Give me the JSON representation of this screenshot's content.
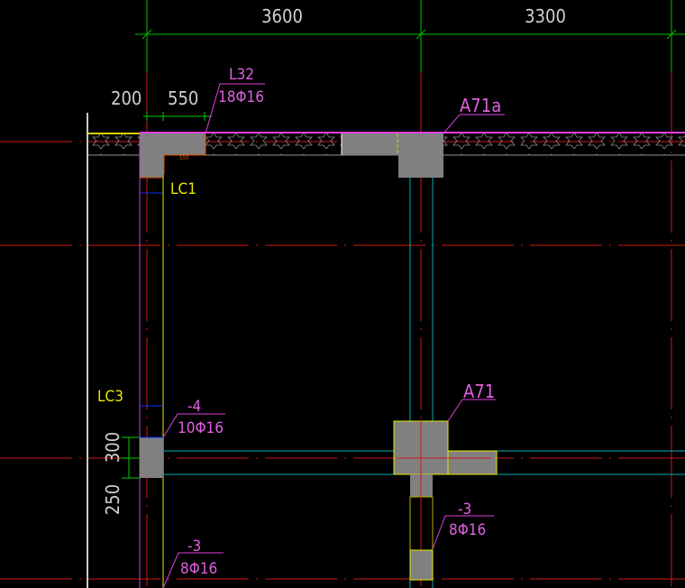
{
  "dimensions": {
    "span_1": "3600",
    "span_2": "3300",
    "offset_200": "200",
    "offset_550": "550",
    "offset_300": "300",
    "offset_250": "250",
    "small_dim": "550"
  },
  "labels": {
    "beam_l32": "L32",
    "beam_l32_rebar": "18Φ16",
    "column_a71a": "A71a",
    "column_lc1": "LC1",
    "column_lc3": "LC3",
    "column_a71": "A71",
    "lc3_top_level": "-4",
    "lc3_top_rebar": "10Φ16",
    "lc3_bottom_level": "-3",
    "lc3_bottom_rebar": "8Φ16",
    "a71_level": "-3",
    "a71_rebar": "8Φ16"
  },
  "colors": {
    "background": "#000000",
    "axis": "#e02020",
    "dimension": "#00e000",
    "column_fill": "#808080",
    "annotation": "#e060e0",
    "wall_outline": "#00b0b0",
    "label_yellow": "#e8e800"
  }
}
